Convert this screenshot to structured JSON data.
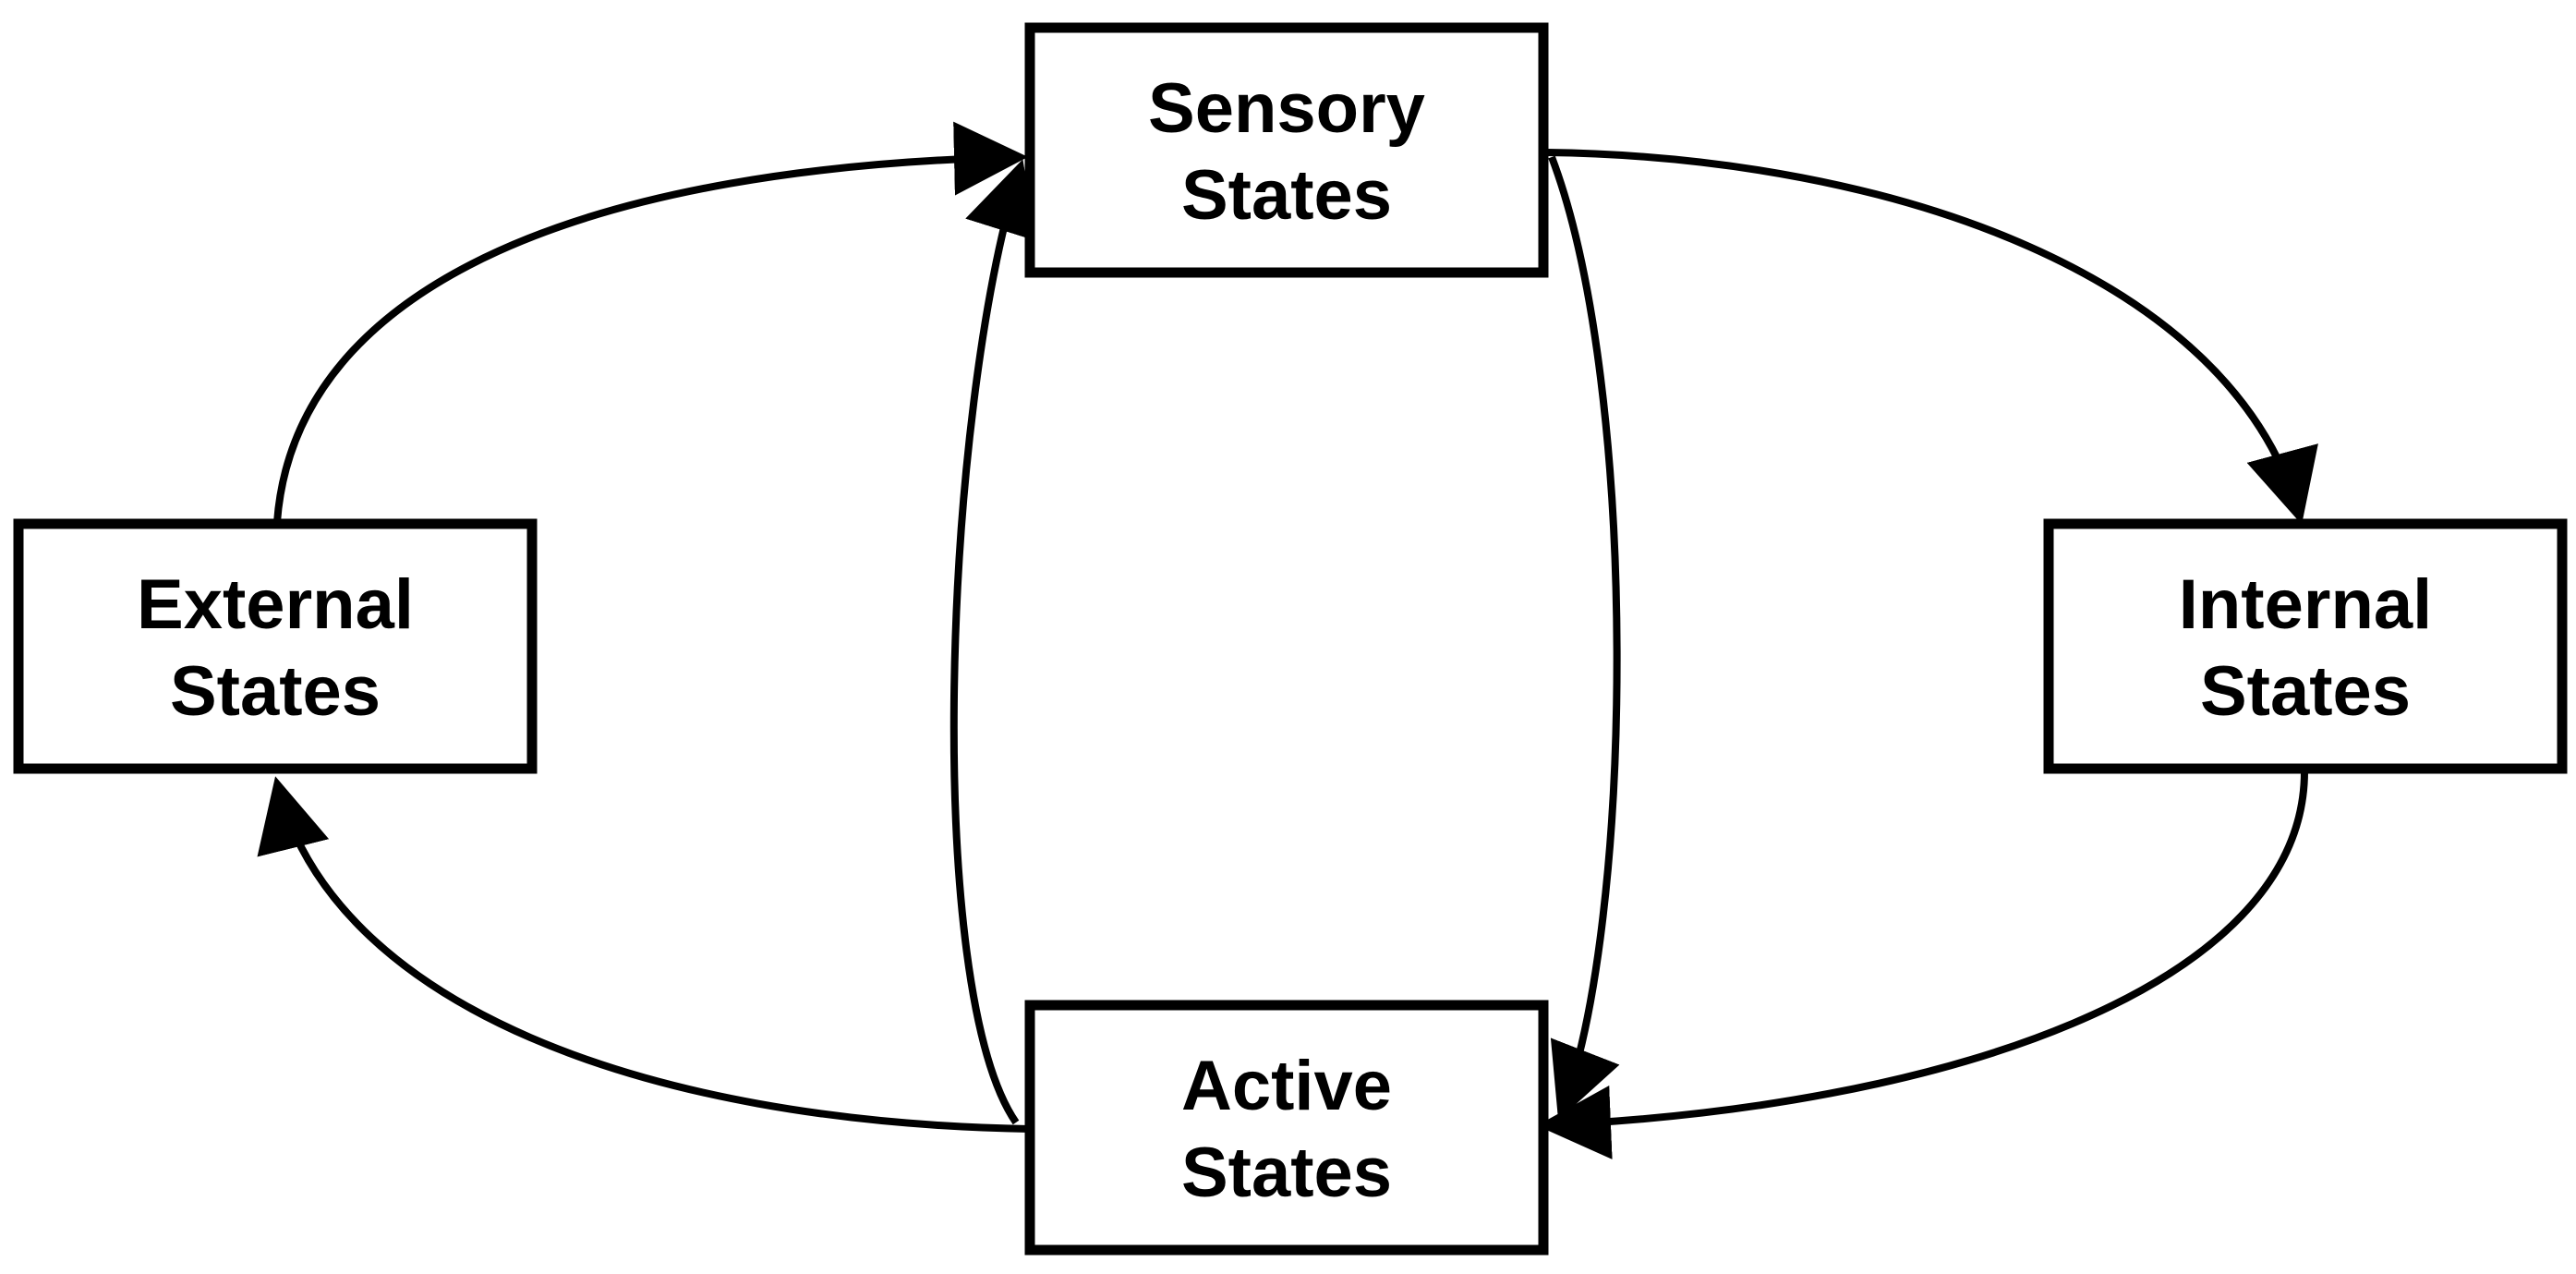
{
  "nodes": {
    "sensory": {
      "line1": "Sensory",
      "line2": "States"
    },
    "external": {
      "line1": "External",
      "line2": "States"
    },
    "internal": {
      "line1": "Internal",
      "line2": "States"
    },
    "active": {
      "line1": "Active",
      "line2": "States"
    }
  },
  "colors": {
    "stroke": "#000000",
    "background": "#ffffff"
  }
}
